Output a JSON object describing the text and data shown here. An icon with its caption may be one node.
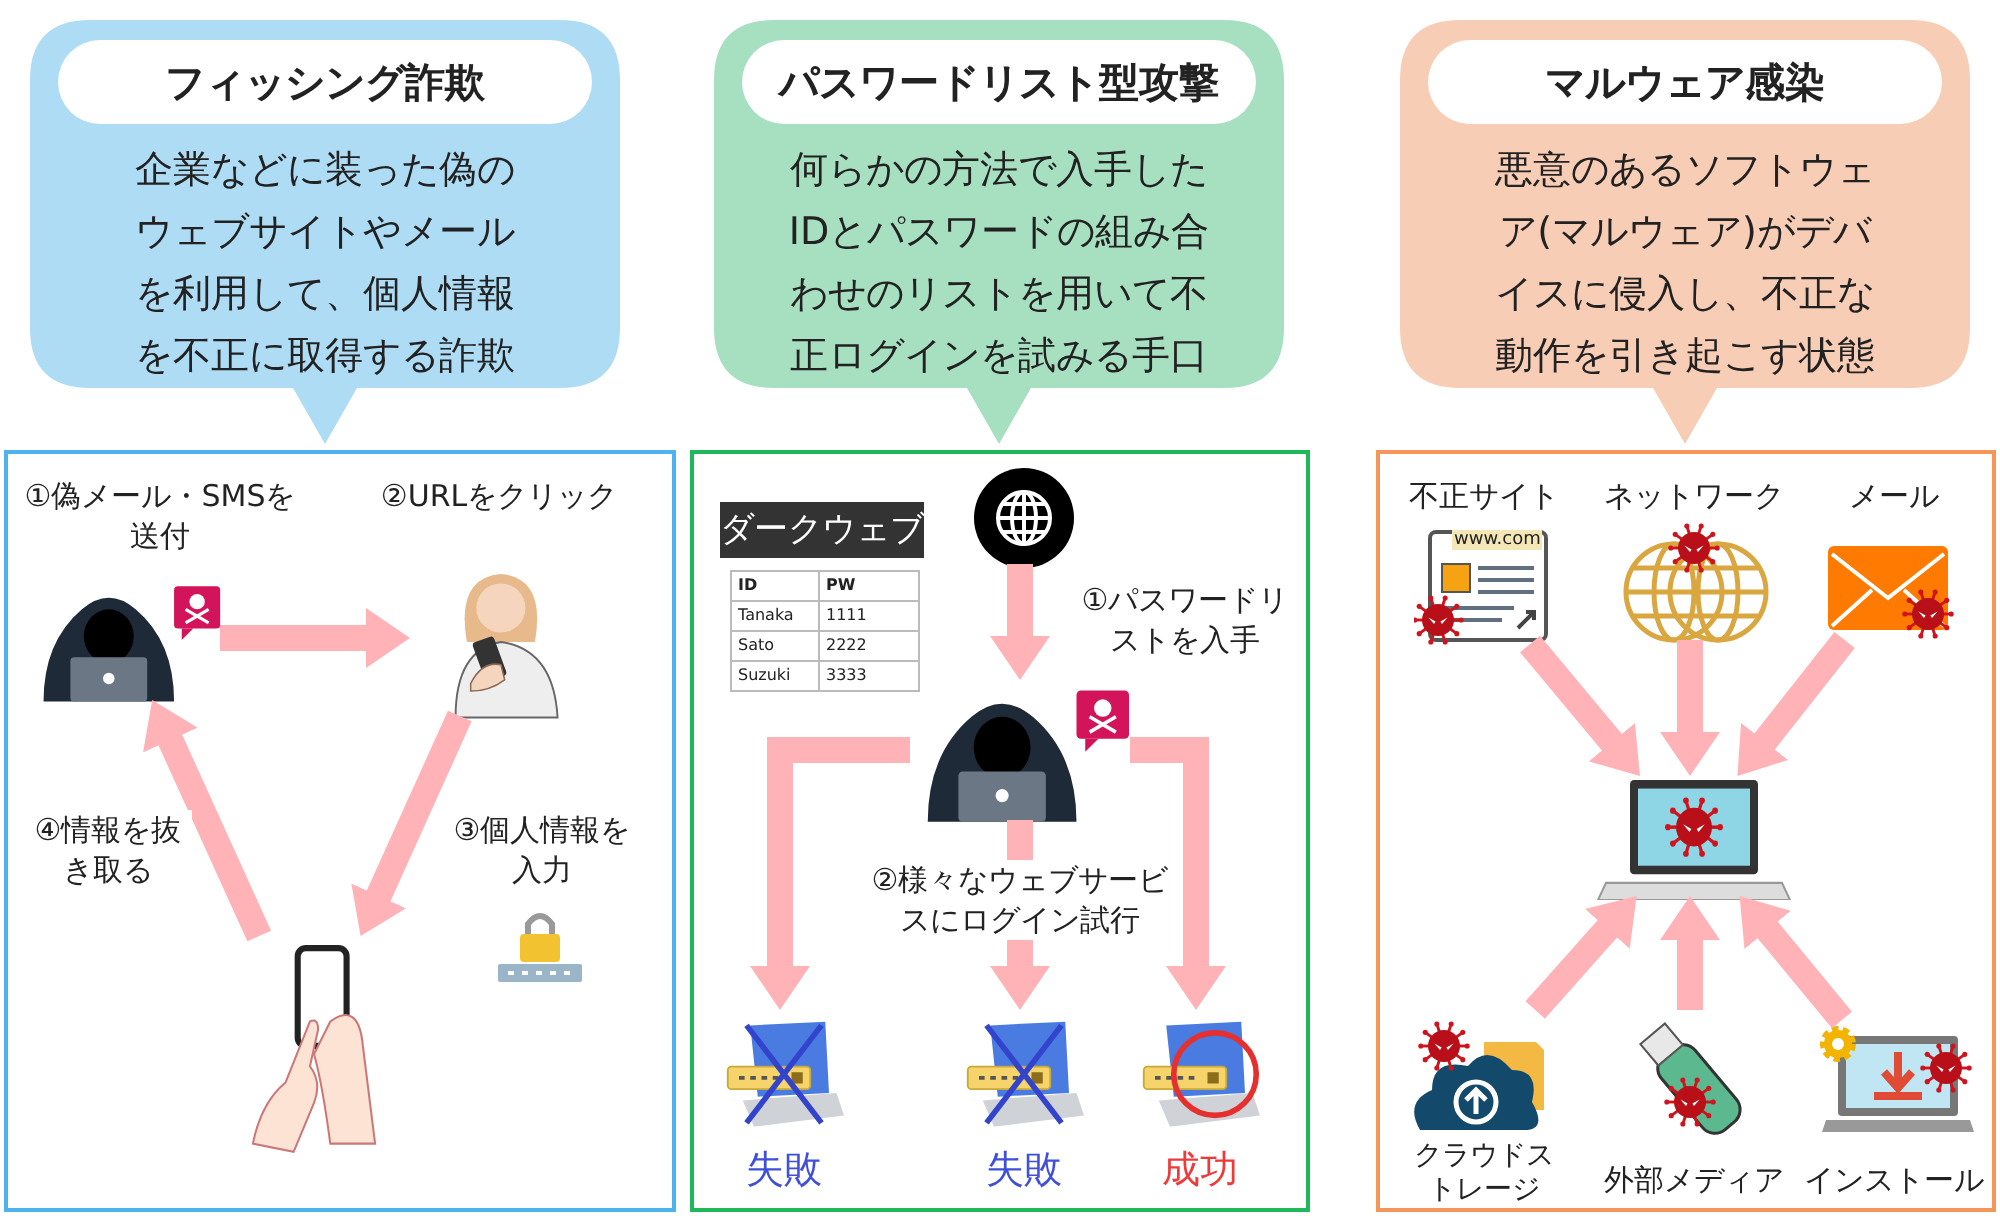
{
  "diagram": {
    "nodes": [
      {
        "text": [
          "フィッシング詐欺",
          "企業などに装った偽のウェブサイトやメールを利用して、個人情報を不正に取得する詐欺"
        ]
      },
      {
        "text": [],
        "shape": "box"
      },
      {
        "text": [],
        "shape": "picture",
        "in": 1,
        "beside": [
          "①偽メール・SMSを送付"
        ]
      },
      {
        "text": [],
        "shape": "picture",
        "in": 1,
        "beside": [
          "②URLをクリック"
        ]
      },
      {
        "text": [],
        "shape": "picture",
        "in": 1
      },
      {
        "text": [
          "パスワードリスト型攻撃",
          "何らかの方法で入手したIDとパスワードの組み合わせのリストを用いて不正ログインを試みる手口"
        ]
      },
      {
        "text": [],
        "shape": "box"
      },
      {
        "text": [
          "ダークウェブ"
        ],
        "in": 6
      },
      {
        "text": [],
        "shape": "picture",
        "in": 6
      },
      {
        "text": [],
        "shape": "picture",
        "in": 6
      },
      {
        "text": [],
        "shape": "picture",
        "in": 6,
        "beside": [
          "失敗"
        ]
      },
      {
        "text": [],
        "shape": "picture",
        "in": 6,
        "beside": [
          "失敗"
        ]
      },
      {
        "text": [],
        "shape": "picture",
        "in": 6,
        "beside": [
          "成功"
        ]
      },
      {
        "text": [
          "マルウェア感染",
          "悪意のあるソフトウェア(マルウェア)がデバイスに侵入し、不正な動作を引き起こす状態"
        ]
      },
      {
        "text": [],
        "shape": "box"
      },
      {
        "text": [],
        "shape": "picture",
        "in": 14,
        "beside": [
          "不正サイト"
        ]
      },
      {
        "text": [],
        "shape": "picture",
        "in": 14,
        "beside": [
          "ネットワーク"
        ]
      },
      {
        "text": [],
        "shape": "picture",
        "in": 14,
        "beside": [
          "メール"
        ]
      },
      {
        "text": [],
        "shape": "picture",
        "in": 14
      },
      {
        "text": [],
        "shape": "picture",
        "in": 14,
        "beside": [
          "クラウドストレージ"
        ]
      },
      {
        "text": [],
        "shape": "picture",
        "in": 14,
        "beside": [
          "外部メディア"
        ]
      },
      {
        "text": [],
        "shape": "picture",
        "in": 14,
        "beside": [
          "インストール"
        ]
      }
    ],
    "edges": [
      {
        "from": 2,
        "to": 3,
        "arrow": "to"
      },
      {
        "from": 3,
        "to": 4,
        "arrow": "to",
        "label": "③個人情報を入力"
      },
      {
        "from": 4,
        "to": 2,
        "arrow": "to",
        "label": "④情報を抜き取る"
      },
      {
        "from": 8,
        "to": 9,
        "arrow": "to",
        "label": "①パスワードリストを入手"
      },
      {
        "from": 9,
        "to": 10,
        "arrow": "to"
      },
      {
        "from": 9,
        "to": 11,
        "arrow": "to",
        "label": "②様々なウェブサービスにログイン試行"
      },
      {
        "from": 9,
        "to": 12,
        "arrow": "to"
      },
      {
        "from": 15,
        "to": 18,
        "arrow": "to"
      },
      {
        "from": 16,
        "to": 18,
        "arrow": "to"
      },
      {
        "from": 17,
        "to": 18,
        "arrow": "to"
      },
      {
        "from": 19,
        "to": 18,
        "arrow": "to"
      },
      {
        "from": 20,
        "to": 18,
        "arrow": "to"
      },
      {
        "from": 21,
        "to": 18,
        "arrow": "to"
      }
    ],
    "labels": [
      "ID",
      "PW",
      "Tanaka",
      "1111",
      "Sato",
      "2222",
      "Suzuki",
      "3333",
      "www.com"
    ]
  }
}
